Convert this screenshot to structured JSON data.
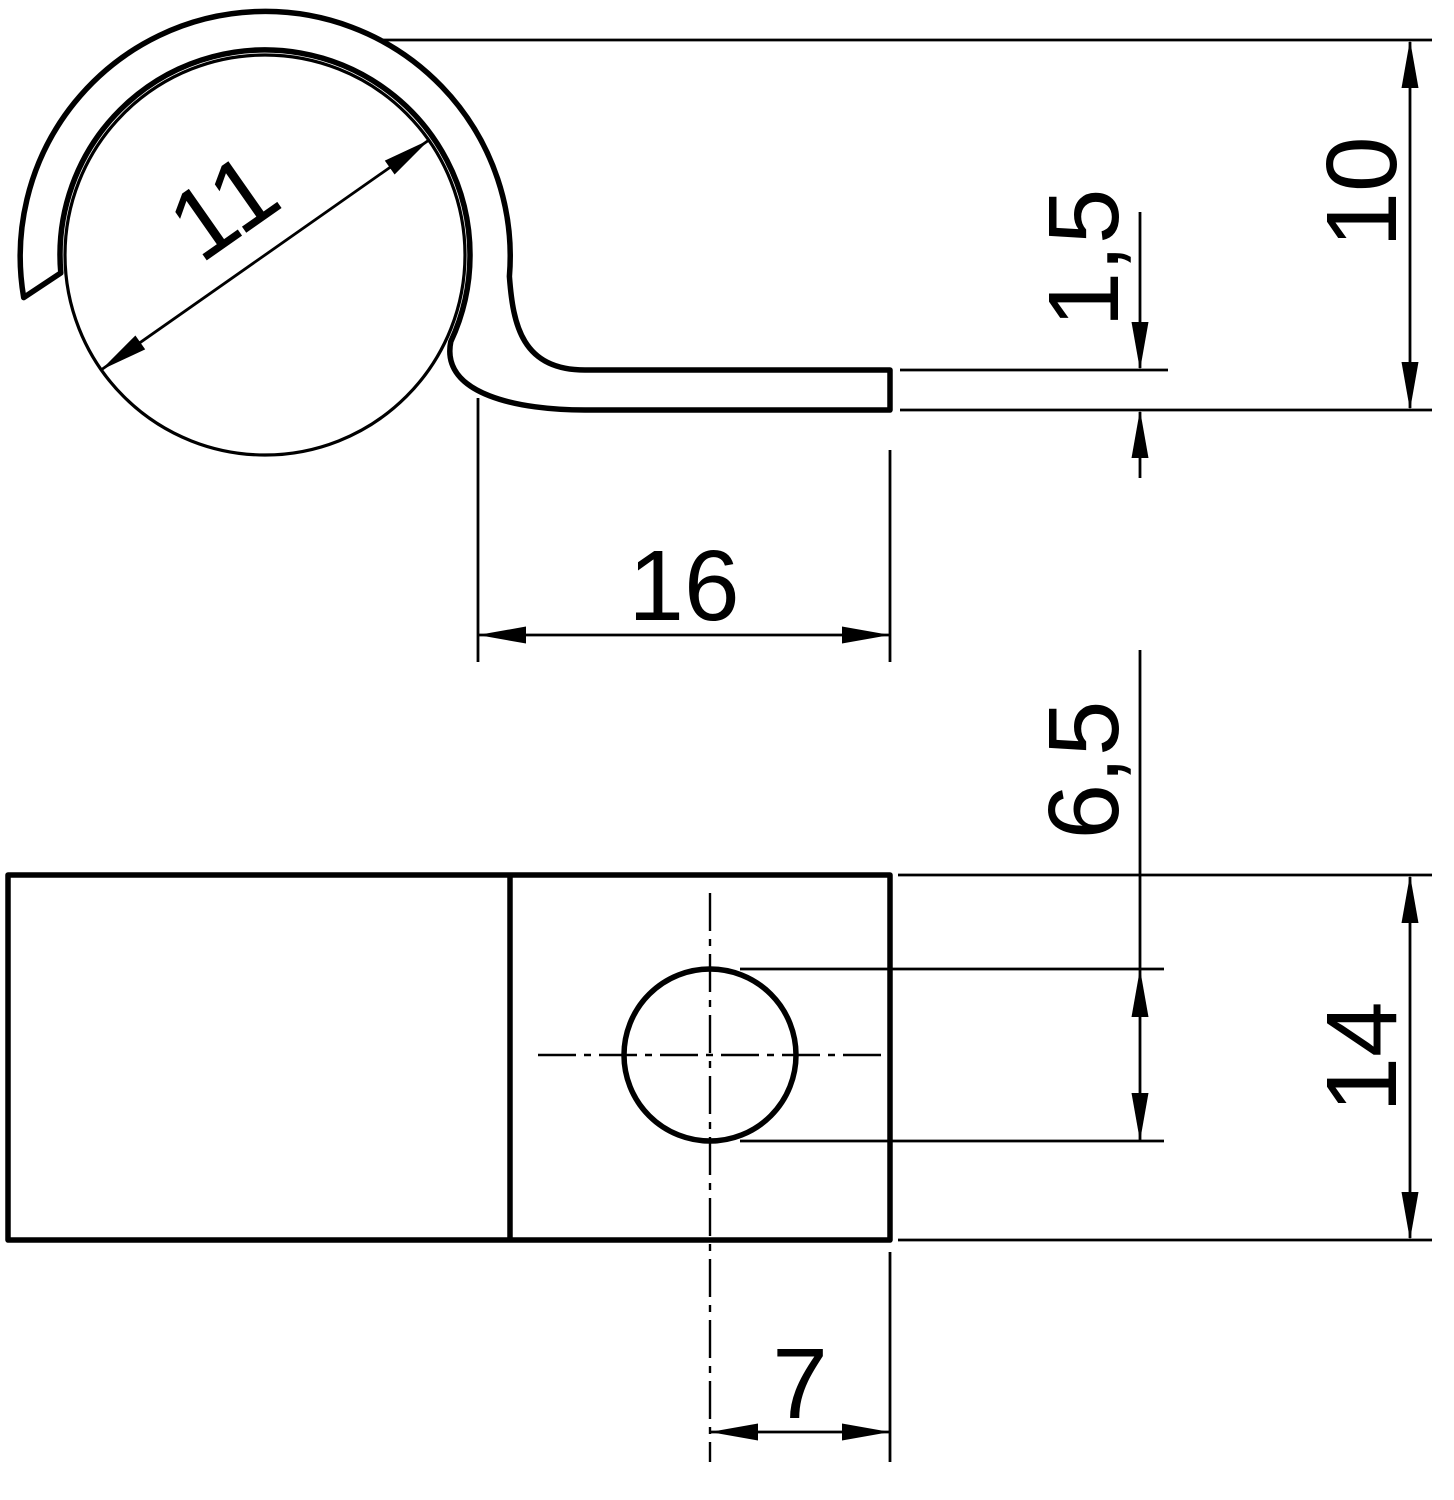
{
  "colors": {
    "line": "#000000",
    "background": "#ffffff"
  },
  "side_view": {
    "cable_diameter": "11",
    "leg_length": "16",
    "material_thickness": "1,5",
    "clip_height": "10"
  },
  "plan_view": {
    "hole_diameter": "6,5",
    "plate_width": "14",
    "hole_offset": "7"
  }
}
